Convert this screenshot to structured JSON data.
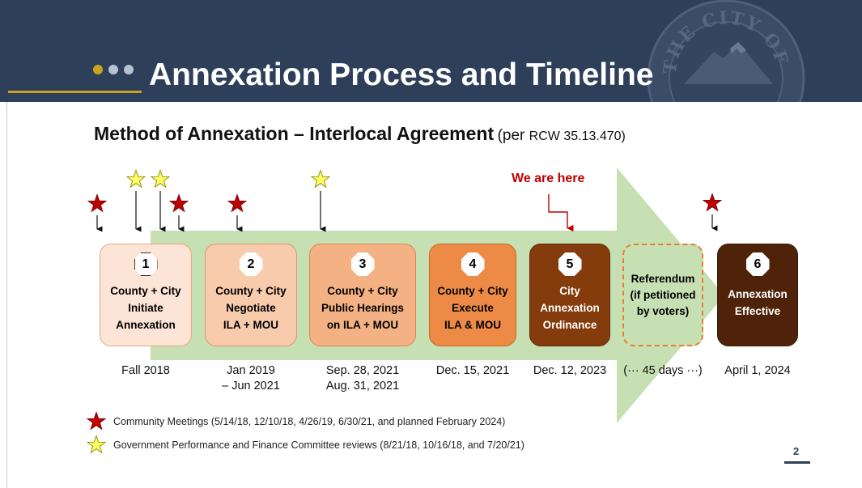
{
  "header": {
    "title": "Annexation Process and Timeline",
    "seal_text": "THE CITY OF TACOMA",
    "colors": {
      "navy": "#2e3f5a",
      "gold": "#c9a41f",
      "dot_gold": "#c9a41f",
      "dot_light": "#b8c1d1"
    }
  },
  "subtitle": {
    "main": "Method of Annexation – Interlocal Agreement",
    "paren_prefix": "(per ",
    "paren_ref": "RCW 35.13.470)"
  },
  "marker": {
    "label": "We are here",
    "color": "#c00000"
  },
  "steps": [
    {
      "number": "1",
      "text": "County + City\nInitiate\nAnnexation",
      "date": "Fall 2018"
    },
    {
      "number": "2",
      "text": "County + City\nNegotiate\nILA + MOU",
      "date": "Jan 2019\n– Jun 2021"
    },
    {
      "number": "3",
      "text": "County + City\nPublic Hearings\non ILA + MOU",
      "date": "Sep. 28, 2021\nAug. 31, 2021"
    },
    {
      "number": "4",
      "text": "County + City\nExecute\nILA & MOU",
      "date": "Dec. 15, 2021"
    },
    {
      "number": "5",
      "text": "City\nAnnexation\nOrdinance",
      "date": "Dec. 12, 2023"
    },
    {
      "number": "",
      "text": "Referendum\n(if petitioned\nby voters)",
      "date": "(··· 45 days ···)"
    },
    {
      "number": "6",
      "text": "Annexation\nEffective",
      "date": "April 1, 2024"
    }
  ],
  "legend": [
    {
      "icon": "red-star-icon",
      "text": "Community Meetings (5/14/18, 12/10/18, 4/26/19, 6/30/21, and planned February 2024)"
    },
    {
      "icon": "yellow-star-icon",
      "text": "Government Performance and Finance Committee reviews (8/21/18, 10/16/18, and 7/20/21)"
    }
  ],
  "page_number": "2"
}
